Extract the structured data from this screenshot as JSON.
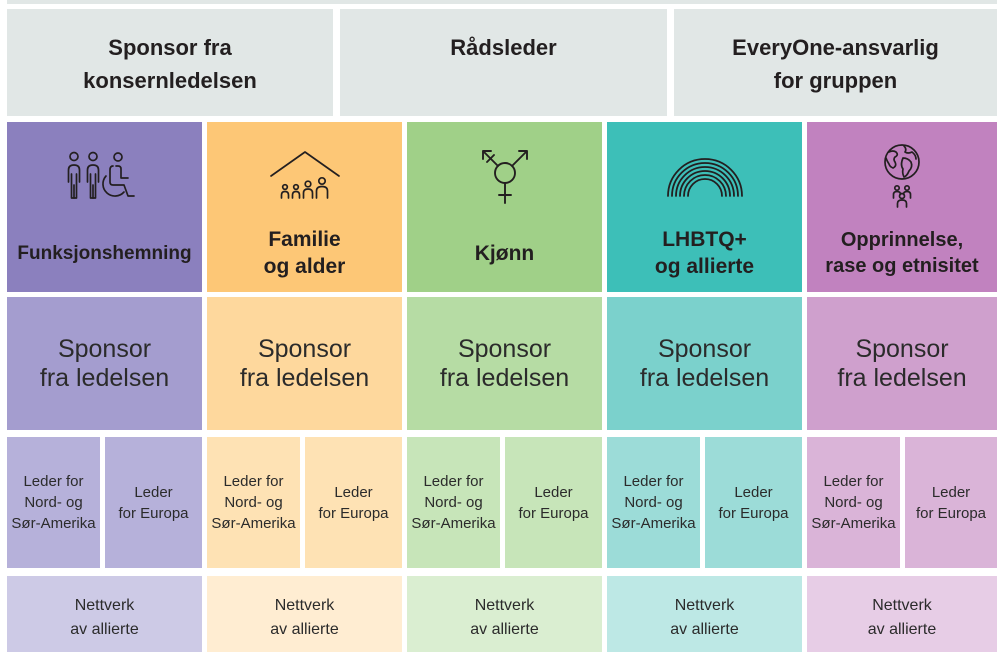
{
  "header": {
    "background": "#e1e7e6",
    "cells": [
      {
        "lines": [
          "Sponsor fra",
          "konsernledelsen"
        ]
      },
      {
        "lines": [
          "Rådsleder"
        ]
      },
      {
        "lines": [
          "EveryOne-ansvarlig",
          "for gruppen"
        ]
      }
    ]
  },
  "groups": [
    {
      "icon": "people-with-disability-icon",
      "title_lines": [
        "Funksjonshemning"
      ],
      "sponsor_lines": [
        "Sponsor",
        "fra ledelsen"
      ],
      "leader_americas_lines": [
        "Leder for",
        "Nord- og",
        "Sør-Amerika"
      ],
      "leader_europe_lines": [
        "Leder",
        "for Europa"
      ],
      "network_lines": [
        "Nettverk",
        "av allierte"
      ],
      "colors": {
        "title": "#8b80be",
        "sponsor": "#a49dcf",
        "leaders": "#b6b1da",
        "network": "#cdcae6"
      }
    },
    {
      "icon": "family-under-roof-icon",
      "title_lines": [
        "Familie",
        "og alder"
      ],
      "sponsor_lines": [
        "Sponsor",
        "fra ledelsen"
      ],
      "leader_americas_lines": [
        "Leder for",
        "Nord- og",
        "Sør-Amerika"
      ],
      "leader_europe_lines": [
        "Leder",
        "for Europa"
      ],
      "network_lines": [
        "Nettverk",
        "av allierte"
      ],
      "colors": {
        "title": "#fdc776",
        "sponsor": "#fed89d",
        "leaders": "#fee2b4",
        "network": "#ffedd2"
      }
    },
    {
      "icon": "transgender-symbol-icon",
      "title_lines": [
        "Kjønn"
      ],
      "sponsor_lines": [
        "Sponsor",
        "fra ledelsen"
      ],
      "leader_americas_lines": [
        "Leder for",
        "Nord- og",
        "Sør-Amerika"
      ],
      "leader_europe_lines": [
        "Leder",
        "for Europa"
      ],
      "network_lines": [
        "Nettverk",
        "av allierte"
      ],
      "colors": {
        "title": "#a0d088",
        "sponsor": "#b6dca4",
        "leaders": "#c7e5b9",
        "network": "#daeed1"
      }
    },
    {
      "icon": "rainbow-icon",
      "title_lines": [
        "LHBTQ+",
        "og allierte"
      ],
      "sponsor_lines": [
        "Sponsor",
        "fra ledelsen"
      ],
      "leader_americas_lines": [
        "Leder for",
        "Nord- og",
        "Sør-Amerika"
      ],
      "leader_europe_lines": [
        "Leder",
        "for Europa"
      ],
      "network_lines": [
        "Nettverk",
        "av allierte"
      ],
      "colors": {
        "title": "#3dbfb8",
        "sponsor": "#7bd1cc",
        "leaders": "#9cdcd8",
        "network": "#bde8e5"
      }
    },
    {
      "icon": "globe-with-people-icon",
      "title_lines": [
        "Opprinnelse,",
        "rase og etnisitet"
      ],
      "sponsor_lines": [
        "Sponsor",
        "fra ledelsen"
      ],
      "leader_americas_lines": [
        "Leder for",
        "Nord- og",
        "Sør-Amerika"
      ],
      "leader_europe_lines": [
        "Leder",
        "for Europa"
      ],
      "network_lines": [
        "Nettverk",
        "av allierte"
      ],
      "colors": {
        "title": "#c182bf",
        "sponsor": "#cfa0cd",
        "leaders": "#dab4d8",
        "network": "#e7cde6"
      }
    }
  ]
}
